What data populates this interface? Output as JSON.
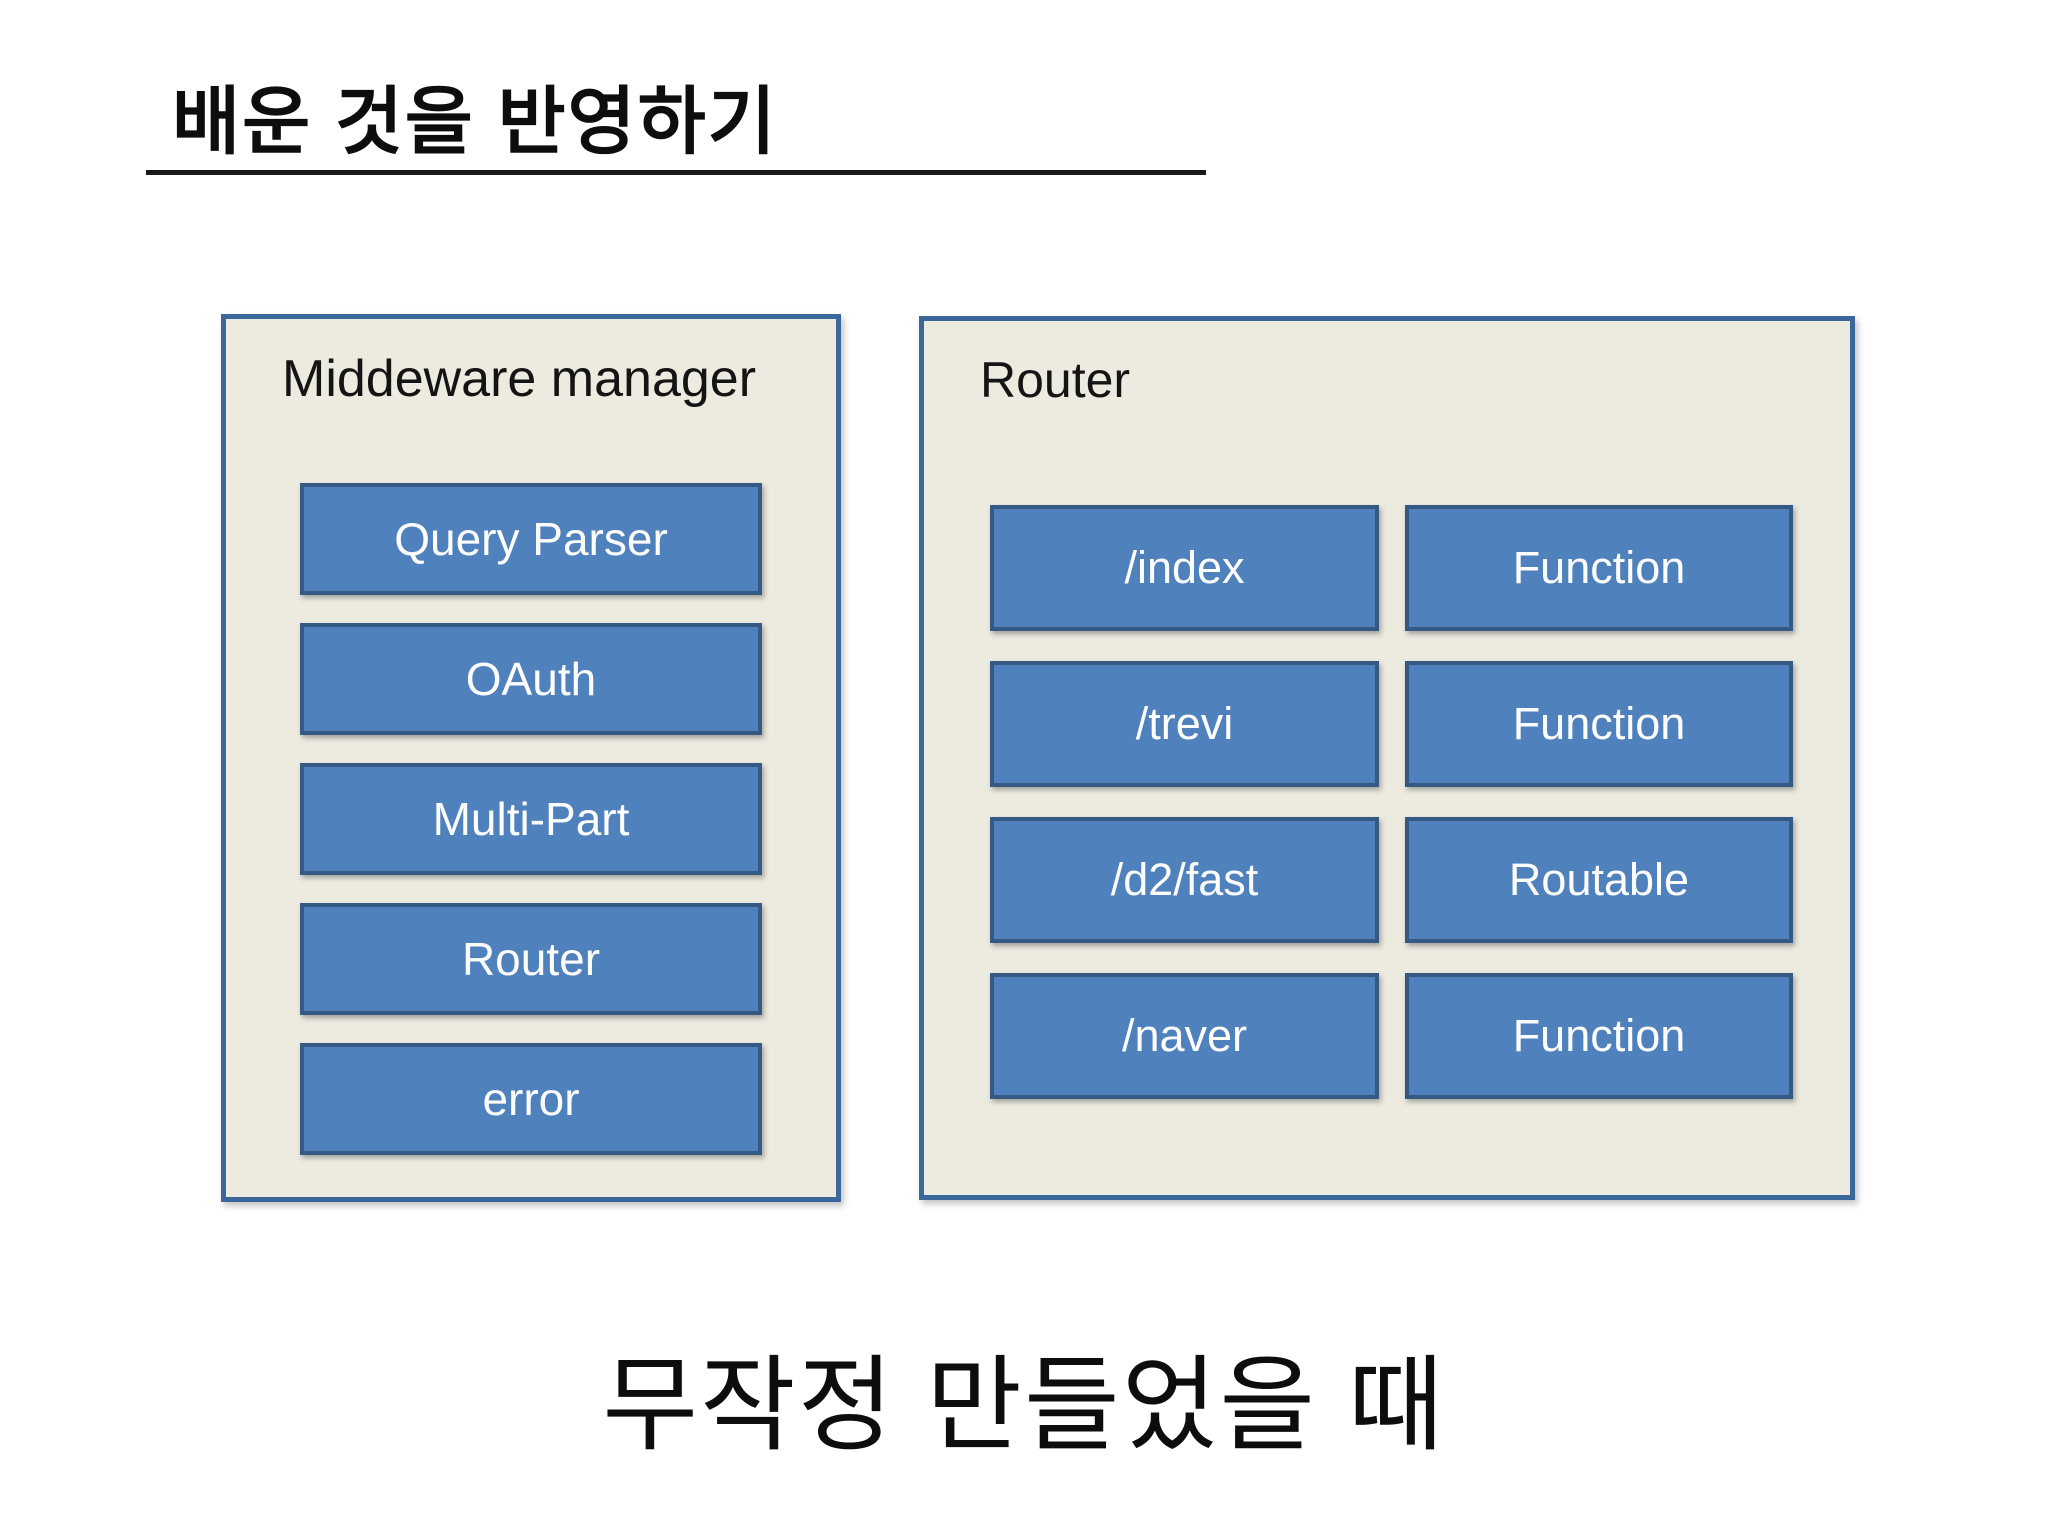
{
  "page": {
    "title": "배운 것을 반영하기",
    "caption": "무작정 만들었을 때"
  },
  "colors": {
    "shape_fill": "#4f81bd",
    "shape_border": "#345a84",
    "panel_bg": "#edebe0",
    "panel_border": "#3a689b",
    "text_dark": "#0d0d0d",
    "text_light": "#fdfdfd",
    "page_bg": "#ffffff"
  },
  "middleware_panel": {
    "title": "Middeware manager",
    "items": [
      "Query Parser",
      "OAuth",
      "Multi-Part",
      "Router",
      "error"
    ]
  },
  "router_panel": {
    "title": "Router",
    "rows": [
      {
        "route": "/index",
        "handler": "Function"
      },
      {
        "route": "/trevi",
        "handler": "Function"
      },
      {
        "route": "/d2/fast",
        "handler": "Routable"
      },
      {
        "route": "/naver",
        "handler": "Function"
      }
    ]
  }
}
